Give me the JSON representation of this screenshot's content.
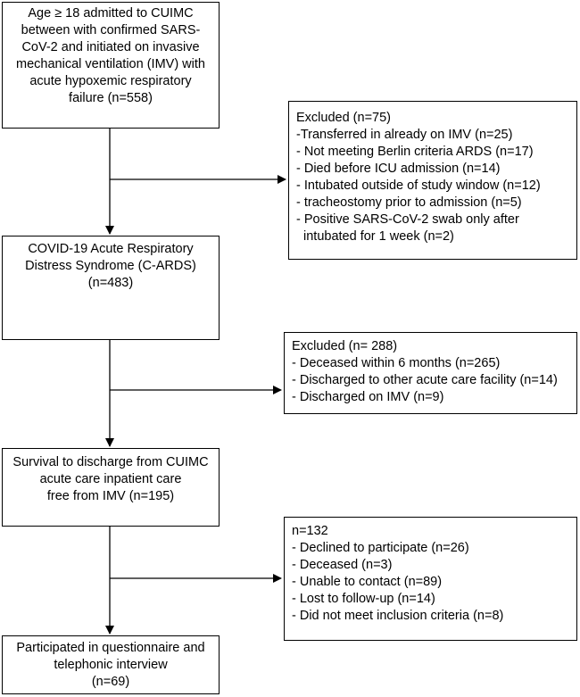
{
  "boxes": {
    "enrolled": {
      "lines": [
        "Age ≥ 18 admitted to CUIMC",
        "between with confirmed SARS-",
        "CoV-2 and initiated on invasive",
        "mechanical ventilation (IMV) with",
        "acute hypoxemic respiratory",
        "failure (n=558)"
      ]
    },
    "excluded1": {
      "lines": [
        "Excluded (n=75)",
        "-Transferred in already on IMV (n=25)",
        "- Not meeting Berlin criteria ARDS (n=17)",
        "- Died before ICU admission (n=14)",
        "- Intubated outside of study window (n=12)",
        "- tracheostomy prior to admission (n=5)",
        "- Positive SARS-CoV-2 swab only after",
        "  intubated for 1 week (n=2)"
      ]
    },
    "cards": {
      "lines": [
        "COVID-19 Acute Respiratory",
        "Distress Syndrome (C-ARDS)",
        "(n=483)"
      ]
    },
    "excluded2": {
      "lines": [
        "Excluded (n= 288)",
        "- Deceased within 6 months (n=265)",
        "- Discharged to other acute care facility (n=14)",
        "- Discharged on IMV (n=9)"
      ]
    },
    "survival": {
      "lines": [
        "Survival to discharge from CUIMC",
        "acute care inpatient care",
        "free from IMV (n=195)"
      ]
    },
    "excluded3": {
      "lines": [
        "n=132",
        "- Declined to participate (n=26)",
        "- Deceased (n=3)",
        "- Unable to contact (n=89)",
        "- Lost to follow-up (n=14)",
        "- Did not meet inclusion criteria (n=8)"
      ]
    },
    "participated": {
      "lines": [
        "Participated in questionnaire and",
        "telephonic interview",
        "(n=69)"
      ]
    }
  }
}
